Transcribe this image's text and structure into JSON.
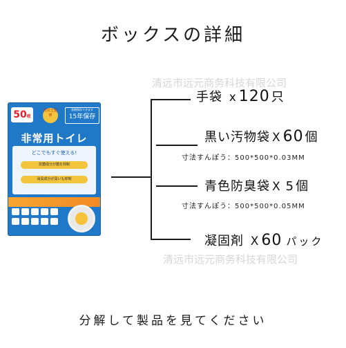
{
  "title": "ボックスの詳細",
  "watermark": "清远市远元商务科技有限公司",
  "box": {
    "count": "50",
    "count_unit": "枚",
    "seal_text": "防災士監修",
    "storage_small": "長期保存できます",
    "storage_main": "15年保存",
    "product_name": "非常用トイレ",
    "slogan": "どこでもすぐ使える!",
    "tag1": "抗菌成分が菌を抑制",
    "tag2": "消臭成分が臭いも抑制"
  },
  "items": [
    {
      "name": "手袋",
      "x": "x",
      "qty": "120",
      "unit": "只"
    },
    {
      "name": "黒い汚物袋",
      "x": "X",
      "qty": "60",
      "unit": "個",
      "spec": "寸法すんぽう：500*500*0.03MM"
    },
    {
      "name": "青色防臭袋",
      "x": "X",
      "qty": "5",
      "unit": "個",
      "spec": "寸法すんぽう：500*500*0.05MM"
    },
    {
      "name": "凝固剤",
      "x": "X",
      "qty": "60",
      "unit": "パック"
    }
  ],
  "footer": "分解して製品を見てください",
  "colors": {
    "box_blue": "#1f78c8",
    "accent_yellow": "#f2c53d",
    "accent_orange": "#f28a22",
    "badge_red": "#e0202a"
  }
}
